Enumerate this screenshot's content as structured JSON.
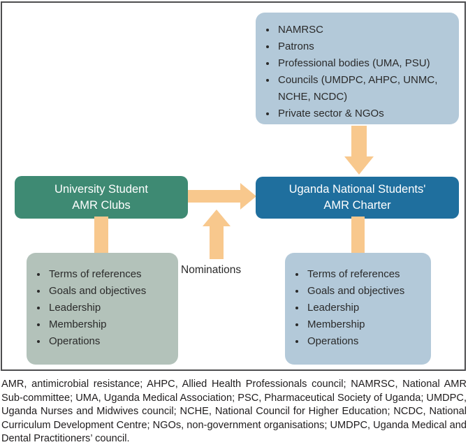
{
  "diagram": {
    "stakeholders_box": {
      "items": [
        "NAMRSC",
        "Patrons",
        "Professional bodies (UMA, PSU)",
        "Councils (UMDPC, AHPC, UNMC, NCHE, NCDC)",
        "Private sector & NGOs"
      ]
    },
    "clubs_box": {
      "line1": "University Student",
      "line2": "AMR Clubs"
    },
    "charter_box": {
      "line1": "Uganda National Students'",
      "line2": "AMR Charter"
    },
    "clubs_details_box": {
      "items": [
        "Terms of references",
        "Goals and objectives",
        "Leadership",
        "Membership",
        "Operations"
      ]
    },
    "charter_details_box": {
      "items": [
        "Terms of references",
        "Goals and objectives",
        "Leadership",
        "Membership",
        "Operations"
      ]
    },
    "nominations_label": "Nominations",
    "colors": {
      "light_blue_box": "#b3c9d9",
      "teal_green_box": "#3e8a73",
      "dark_blue_box": "#1f6f9e",
      "gray_green_box": "#b3c2ba",
      "arrow_orange": "#f8c88d",
      "frame_border": "#4d4d4f"
    }
  },
  "caption": {
    "text": "AMR, antimicrobial resistance; AHPC, Allied Health Professionals council; NAMRSC, National AMR Sub-committee; UMA, Uganda Medical Association; PSC, Pharmaceutical Society of Uganda; UMDPC, Uganda Nurses and Midwives council; NCHE, National Council for Higher Education; NCDC, National Curriculum Development Centre; NGOs, non-government organisations; UMDPC, Uganda Medical and Dental Practitioners’ council."
  }
}
